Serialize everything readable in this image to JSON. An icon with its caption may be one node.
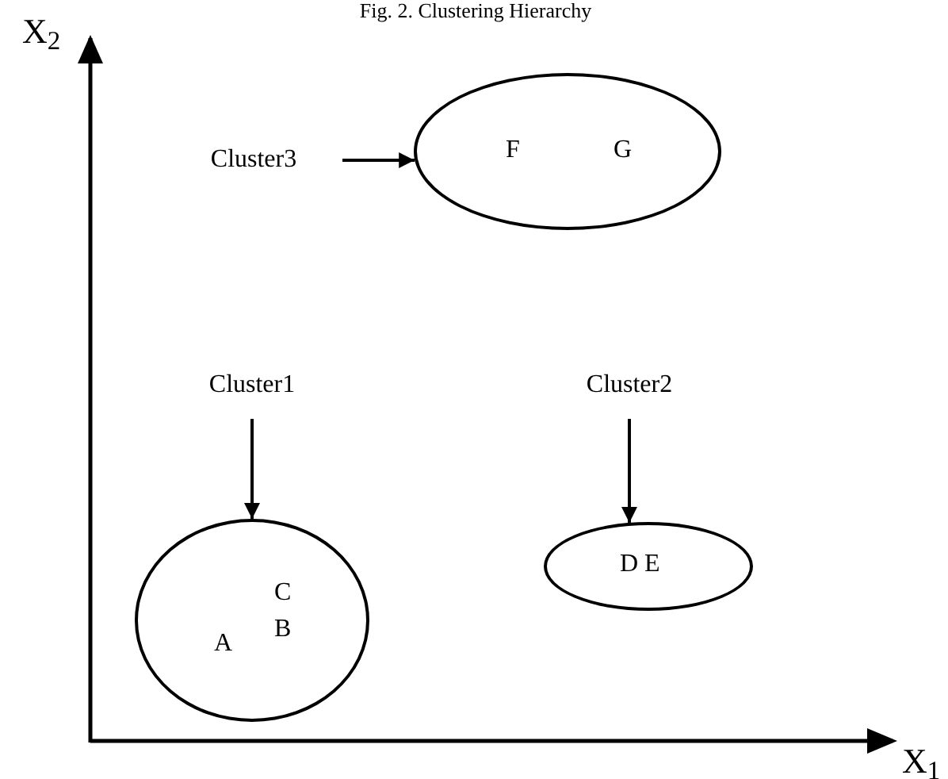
{
  "diagram": {
    "title": "Fig. 2. Clustering Hierarchy",
    "nodes": [
      {
        "text": [
          "Cluster3"
        ]
      },
      {
        "text": [
          "F",
          "G"
        ]
      },
      {
        "text": [
          "Cluster1"
        ]
      },
      {
        "text": [
          "C",
          "B",
          "A"
        ]
      },
      {
        "text": [
          "Cluster2"
        ]
      },
      {
        "text": [
          "D E"
        ]
      }
    ],
    "edges": [
      {
        "from": 0,
        "to": 1,
        "arrow": "to"
      },
      {
        "from": 2,
        "to": 3,
        "arrow": "to"
      },
      {
        "from": 4,
        "to": 5,
        "arrow": "to"
      }
    ],
    "labels": [
      "X$_{2}$",
      "X$_{1}$"
    ]
  }
}
